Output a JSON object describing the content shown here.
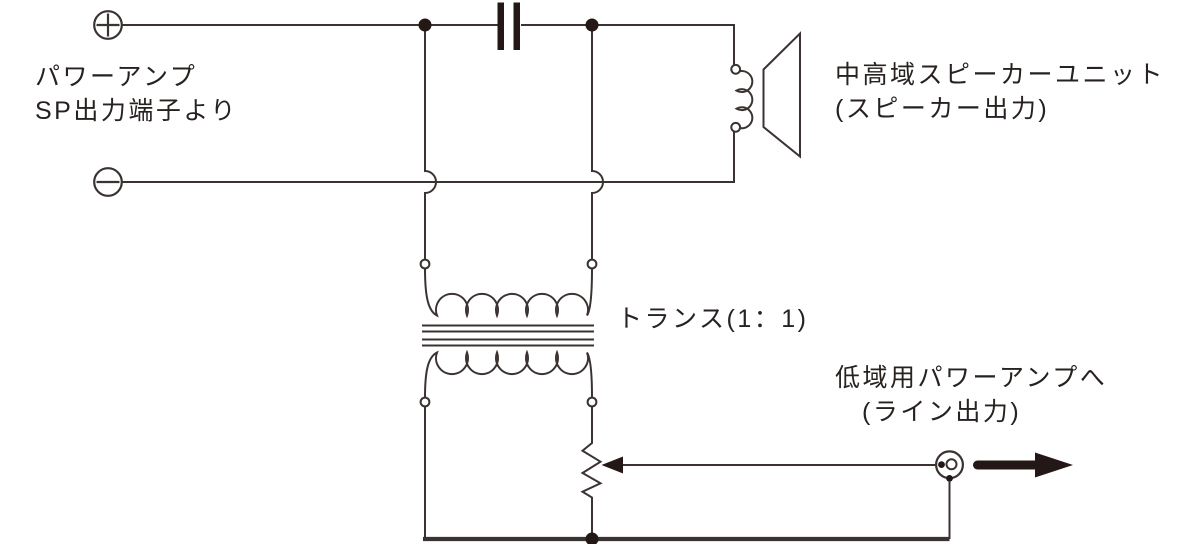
{
  "diagram_type": "speaker-crossover-circuit-schematic",
  "labels": {
    "power_amp": {
      "line1": "パワーアンプ",
      "line2": "SP出力端子より"
    },
    "speaker": {
      "line1": "中高域スピーカーユニット",
      "line2": "(スピーカー出力)"
    },
    "transformer": {
      "label": "トランス(1：1)"
    },
    "line_out": {
      "line1": "低域用パワーアンプへ",
      "line2": "(ライン出力)"
    }
  },
  "symbols": {
    "positive_terminal": "+",
    "negative_terminal": "−"
  },
  "components": [
    "positive-terminal",
    "negative-terminal",
    "capacitor",
    "mid-high-speaker-unit",
    "transformer-1-to-1",
    "potentiometer-with-wiper",
    "rca-line-output-jack",
    "signal-direction-arrow"
  ],
  "colors": {
    "line": "#3a3331",
    "fill": "#231815",
    "background": "#ffffff"
  }
}
